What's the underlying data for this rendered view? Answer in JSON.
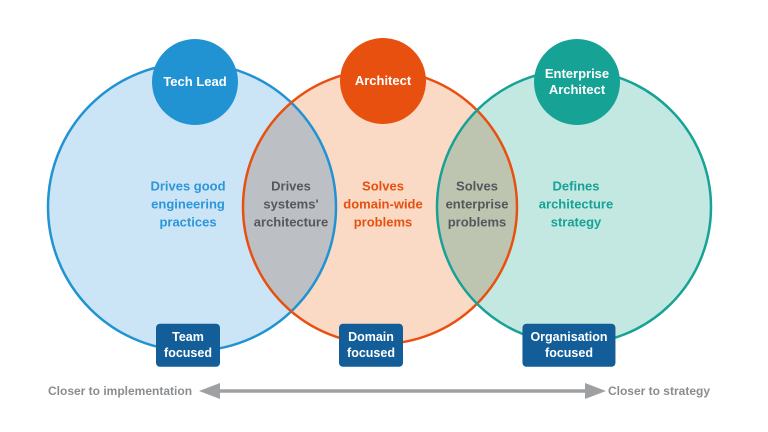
{
  "venn": {
    "roles": [
      {
        "name": "Tech Lead",
        "description": "Drives good\nengineering\npractices",
        "focus": "Team\nfocused",
        "color": "#2193D2",
        "fill": "#CBE4F6",
        "badge_color": "#2193D2",
        "text_color": "#2B97DA"
      },
      {
        "name": "Architect",
        "description": "Solves\ndomain-wide\nproblems",
        "focus": "Domain\nfocused",
        "color": "#E8500F",
        "fill": "#FAD9C5",
        "badge_color": "#E8500F",
        "text_color": "#E8500F"
      },
      {
        "name": "Enterprise\nArchitect",
        "description": "Defines\narchitecture\nstrategy",
        "focus": "Organisation\nfocused",
        "color": "#16A295",
        "fill": "#C3E8E2",
        "badge_color": "#16A295",
        "text_color": "#16A295"
      }
    ],
    "overlaps": [
      {
        "description": "Drives\nsystems'\narchitecture",
        "fill": "#BCC0C4",
        "text_color": "#55575B"
      },
      {
        "description": "Solves\nenterprise\nproblems",
        "fill": "#BDC5B0",
        "text_color": "#55575B"
      }
    ],
    "focus_badge_color": "#135E98",
    "axis": {
      "left": "Closer to implementation",
      "right": "Closer to strategy",
      "text_color": "#8A8D90",
      "arrow_color": "#9EA0A2"
    }
  }
}
